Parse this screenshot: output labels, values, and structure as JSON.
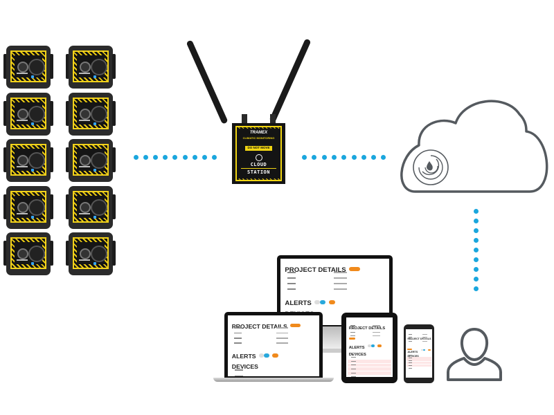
{
  "diagram": {
    "title": "Tramex Climatic Monitoring system overview",
    "nodes": {
      "sensors": {
        "label": "Climatic monitoring sensors",
        "count": 10,
        "columns": 2,
        "rows": 5
      },
      "station": {
        "brand": "TRAMEX",
        "subtitle": "CLIMATIC MONITORING",
        "warning": "DO NOT MOVE",
        "line1": "CLOUD",
        "line2": "STATION"
      },
      "cloud": {
        "label": "Cloud",
        "icon": "cloud-icon"
      },
      "devices": {
        "label": "Web dashboard on multiple devices"
      },
      "user": {
        "label": "User",
        "icon": "user-icon"
      }
    },
    "connectors": [
      {
        "from": "sensors",
        "to": "station",
        "style": "dotted",
        "dots": 9
      },
      {
        "from": "station",
        "to": "cloud",
        "style": "dotted",
        "dots": 9
      },
      {
        "from": "cloud",
        "to": "user",
        "style": "dotted",
        "dots": 9
      }
    ],
    "colors": {
      "connector": "#1aa6dd",
      "outline": "#555a5f",
      "accent_yellow": "#f1d512",
      "accent_orange": "#f08a1c",
      "accent_blue": "#28a8dc"
    }
  },
  "dashboard": {
    "project_details": "PROJECT DETAILS",
    "alerts": "ALERTS",
    "devices": "DEVICES"
  }
}
